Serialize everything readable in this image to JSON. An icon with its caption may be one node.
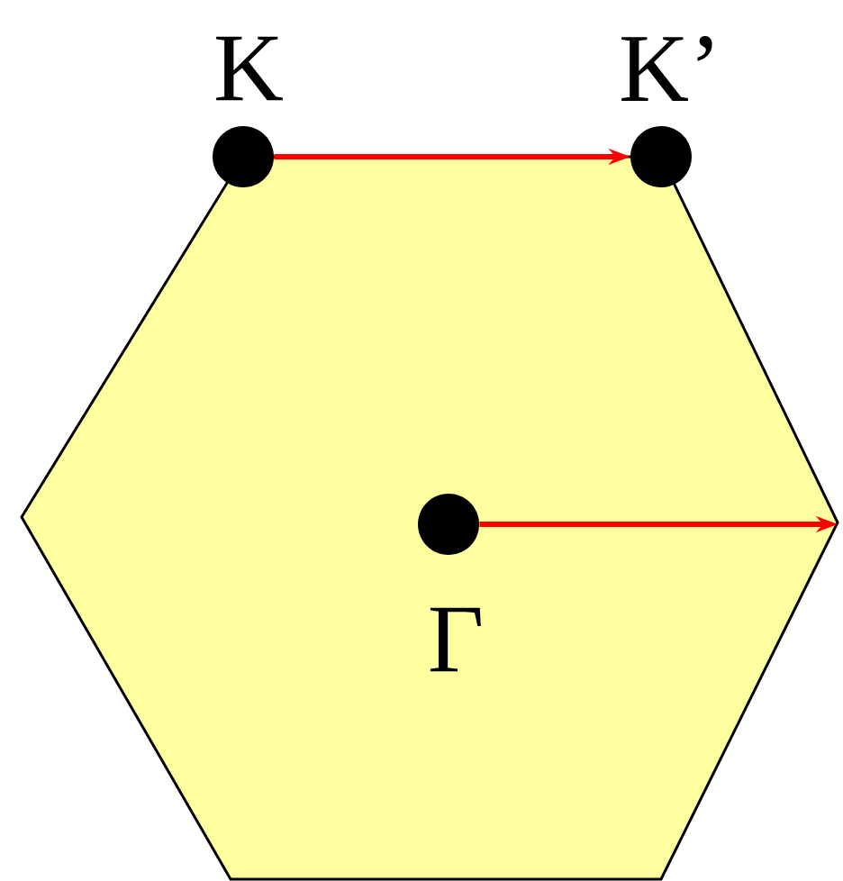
{
  "diagram": {
    "nodes": [
      {
        "text": [
          "K"
        ]
      },
      {
        "text": [
          "K’"
        ]
      },
      {
        "text": [
          "Γ"
        ]
      }
    ],
    "edges": [
      {
        "from": 0,
        "to": 1,
        "arrow": "to",
        "color": "#ff0000"
      },
      {
        "from": 2,
        "to": null,
        "arrow": "to",
        "color": "#ff0000"
      }
    ]
  }
}
